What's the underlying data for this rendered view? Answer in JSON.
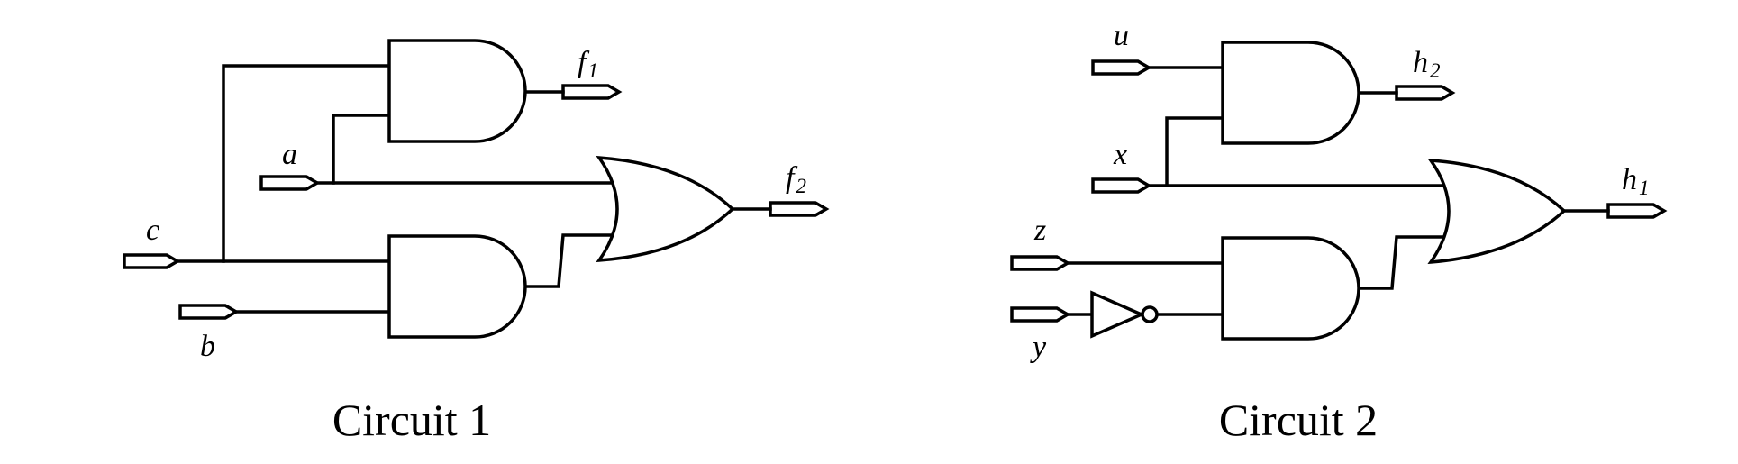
{
  "circuits": [
    {
      "caption": "Circuit 1",
      "inputs": {
        "c": "c",
        "a": "a",
        "b": "b"
      },
      "outputs": {
        "f1": {
          "base": "f",
          "sub": "1"
        },
        "f2": {
          "base": "f",
          "sub": "2"
        }
      },
      "gates": [
        "and",
        "and",
        "or"
      ]
    },
    {
      "caption": "Circuit 2",
      "inputs": {
        "u": "u",
        "x": "x",
        "z": "z",
        "y": "y"
      },
      "outputs": {
        "h2": {
          "base": "h",
          "sub": "2"
        },
        "h1": {
          "base": "h",
          "sub": "1"
        }
      },
      "gates": [
        "and",
        "and",
        "or",
        "not"
      ]
    }
  ]
}
